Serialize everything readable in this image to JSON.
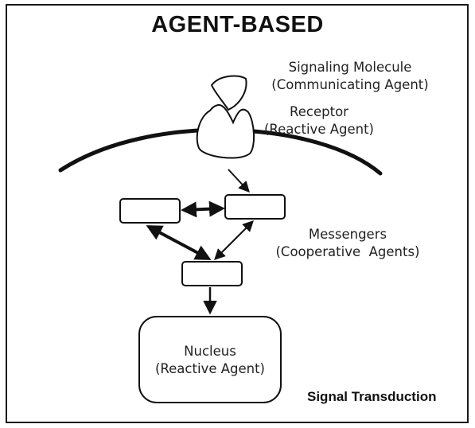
{
  "title": "AGENT-BASED",
  "signaling": {
    "line1": "Signaling Molecule",
    "line2": "(Communicating Agent)"
  },
  "receptor": {
    "line1": "Receptor",
    "line2": "(Reactive Agent)"
  },
  "messengers": {
    "line1": "Messengers",
    "line2": "(Cooperative  Agents)"
  },
  "nucleus": {
    "line1": "Nucleus",
    "line2": "(Reactive Agent)"
  },
  "caption": "Signal Transduction"
}
